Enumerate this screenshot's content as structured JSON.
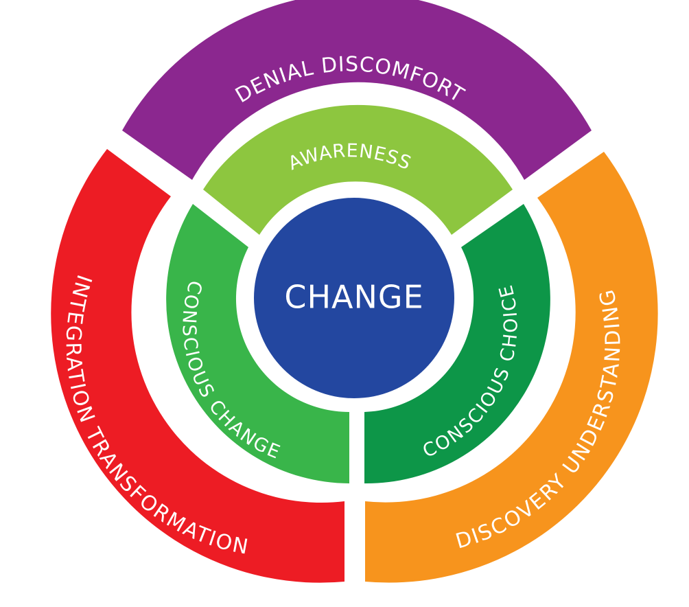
{
  "center": {
    "label": "CHANGE",
    "color": "#2347A0"
  },
  "outer_ring": [
    {
      "id": "top",
      "label": "DENIAL DISCOMFORT",
      "color": "#8B278F"
    },
    {
      "id": "right",
      "label": "DISCOVERY UNDERSTANDING",
      "color": "#F7941D"
    },
    {
      "id": "left",
      "label": "INTEGRATION TRANSFORMATION",
      "color": "#ED1C24"
    }
  ],
  "inner_ring": [
    {
      "id": "top",
      "label": "AWARENESS",
      "color": "#8DC63F"
    },
    {
      "id": "right",
      "label": "CONSCIOUS CHOICE",
      "color": "#0D9648"
    },
    {
      "id": "left",
      "label": "CONSCIOUS CHANGE",
      "color": "#39B54A"
    }
  ]
}
